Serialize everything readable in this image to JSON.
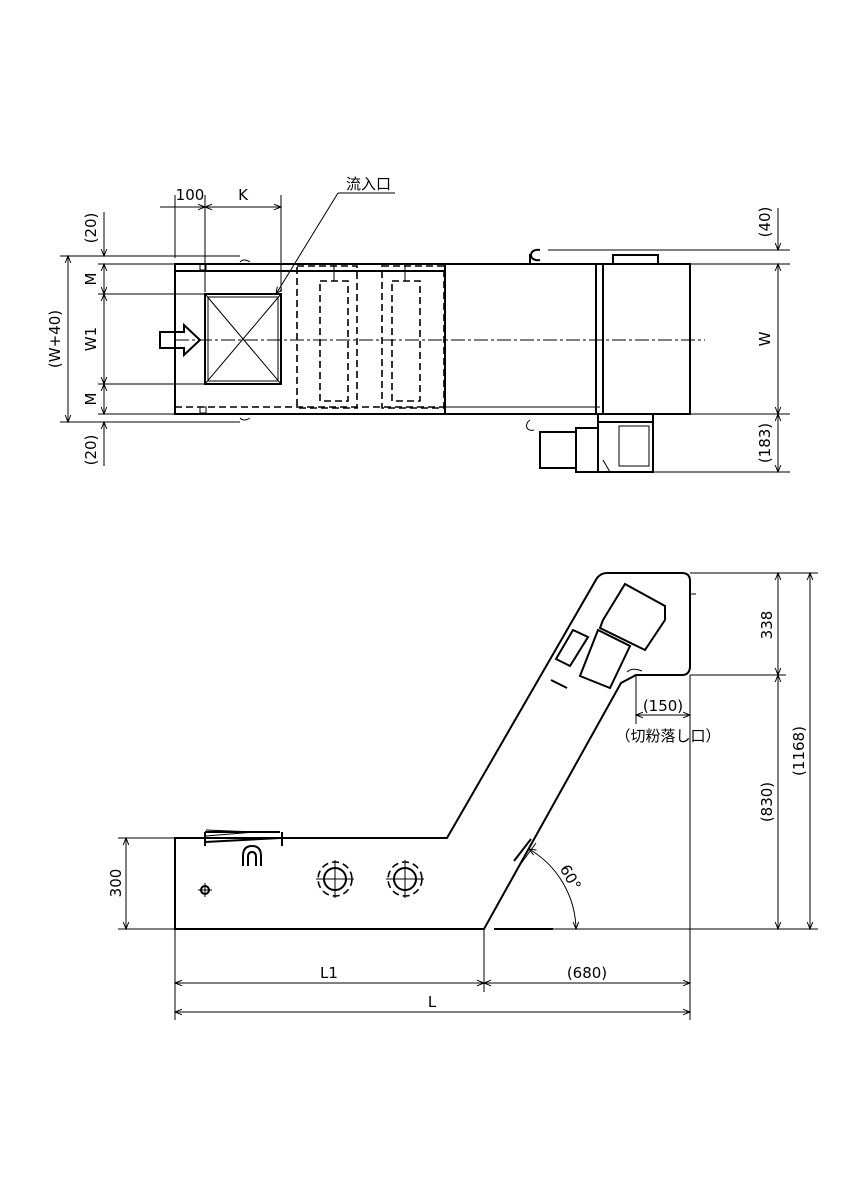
{
  "labels": {
    "inlet": "流入口",
    "chip_outlet": "（切粉落し口）",
    "angle": "60°",
    "dim_100": "100",
    "dim_K": "K",
    "dim_20_top": "(20)",
    "dim_M_top": "M",
    "dim_W1": "W1",
    "dim_W40": "(W+40)",
    "dim_M_bottom": "M",
    "dim_20_bottom": "(20)",
    "dim_40": "(40)",
    "dim_W": "W",
    "dim_183": "(183)",
    "dim_338": "338",
    "dim_150": "(150)",
    "dim_830": "(830)",
    "dim_1168": "(1168)",
    "dim_300": "300",
    "dim_L1": "L1",
    "dim_680": "(680)",
    "dim_L": "L"
  }
}
